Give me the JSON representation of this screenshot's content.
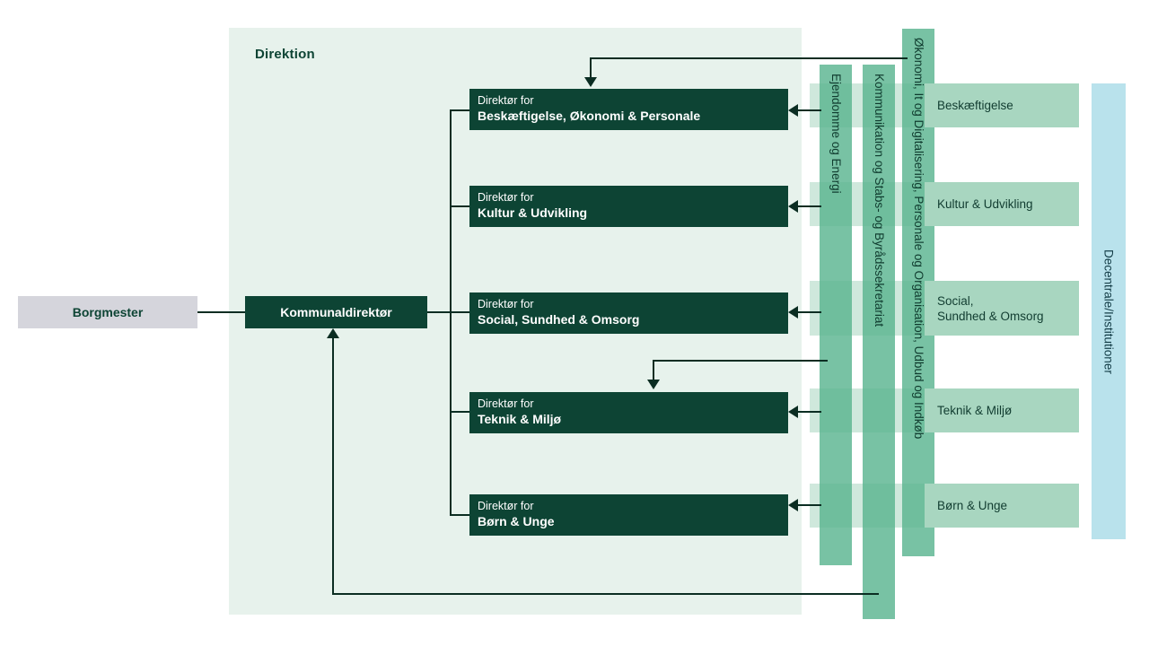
{
  "diagram": {
    "title": "Direktion",
    "colors": {
      "panel_bg": "#e7f2ec",
      "dark_green": "#0d4434",
      "mid_green": "#56b38d",
      "light_green": "#a8d6c0",
      "light_blue": "#b9e2ec",
      "grey": "#d5d5dc",
      "line": "#0b2d22"
    }
  },
  "top_nodes": {
    "mayor": "Borgmester",
    "municipal_director": "Kommunaldirektør"
  },
  "directors": [
    {
      "role": "Direktør for",
      "area": "Beskæftigelse, Økonomi & Personale"
    },
    {
      "role": "Direktør for",
      "area": "Kultur & Udvikling"
    },
    {
      "role": "Direktør for",
      "area": "Social, Sundhed & Omsorg"
    },
    {
      "role": "Direktør for",
      "area": "Teknik & Miljø"
    },
    {
      "role": "Direktør for",
      "area": "Børn & Unge"
    }
  ],
  "departments": [
    {
      "label": "Beskæftigelse"
    },
    {
      "label": "Kultur & Udvikling"
    },
    {
      "label": "Social,\nSundhed & Omsorg"
    },
    {
      "label": "Teknik & Miljø"
    },
    {
      "label": "Børn & Unge"
    }
  ],
  "department_labels": {
    "beskaeftigelse": "Beskæftigelse",
    "kultur": "Kultur & Udvikling",
    "social_line1": "Social,",
    "social_line2": "Sundhed & Omsorg",
    "teknik": "Teknik & Miljø",
    "boern": "Børn & Unge"
  },
  "staff_columns": [
    {
      "label": "Ejendomme og Energi"
    },
    {
      "label": "Kommunikation og Stabs- og Byrådssekretariat"
    },
    {
      "label": "Økonomi, It og Digitalisering, Personale og Organisation, Udbud og Indkøb"
    }
  ],
  "staff_column_labels": {
    "ejendomme": "Ejendomme og Energi",
    "kommunikation": "Kommunikation og Stabs- og Byrådssekretariat",
    "oekonomi": "Økonomi, It og Digitalisering, Personale og Organisation, Udbud og Indkøb"
  },
  "decentral": {
    "label": "Decentrale/Institutioner"
  }
}
